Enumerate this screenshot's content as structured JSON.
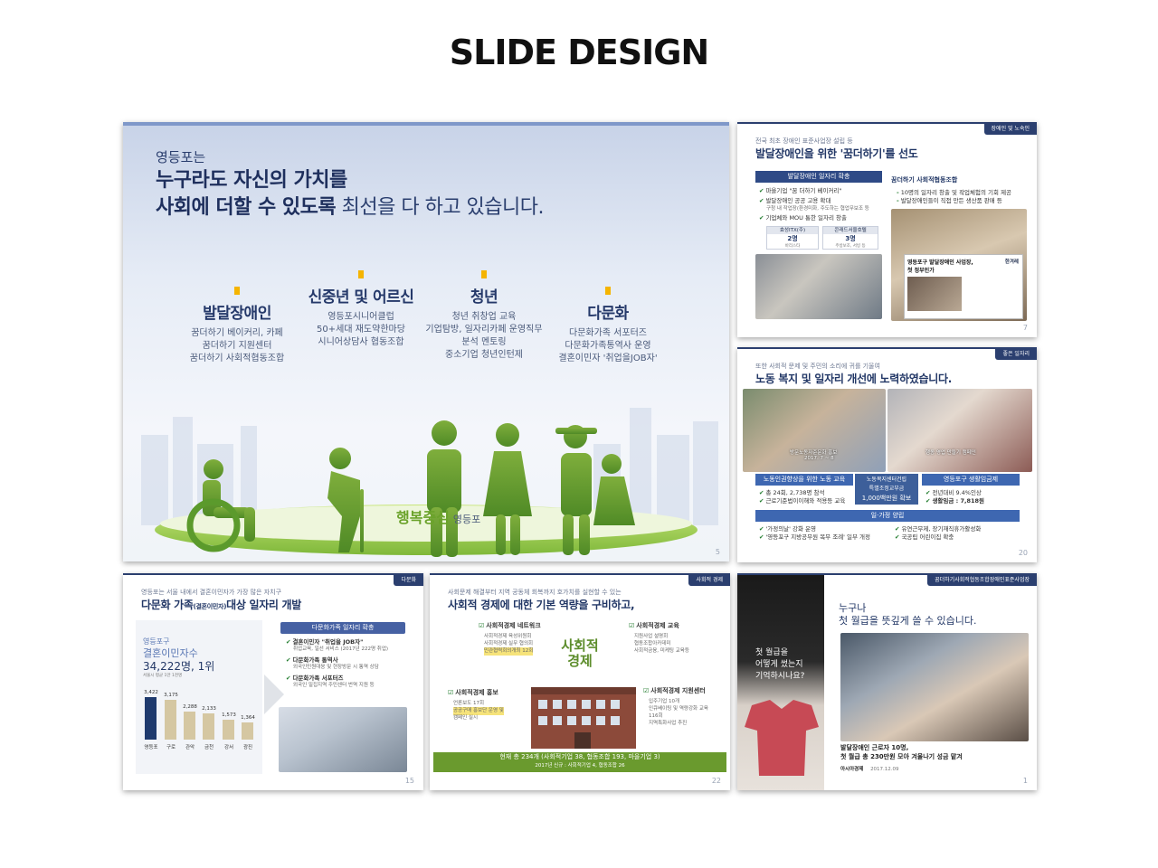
{
  "page_title": "SLIDE DESIGN",
  "main": {
    "kicker": "영등포는",
    "headline_line1": "누구라도 자신의 가치를",
    "headline_bold2": "사회에 더할 수 있도록",
    "headline_rest2": " 최선을 다 하고 있습니다.",
    "categories": [
      {
        "name": "발달장애인",
        "lines": [
          "꿈더하기 베이커리, 카페",
          "꿈더하기 지원센터",
          "꿈더하기 사회적협동조합"
        ]
      },
      {
        "name": "신중년 및 어르신",
        "lines": [
          "영등포시니어클럽",
          "50+세대 재도약한마당",
          "시니어상담사 협동조합"
        ]
      },
      {
        "name": "청년",
        "lines": [
          "청년 취창업 교육",
          "기업탐방, 일자리카페 운영직무",
          "분석 멘토링",
          "중소기업 청년인턴제"
        ]
      },
      {
        "name": "다문화",
        "lines": [
          "다문화가족 서포터즈",
          "다문화가족통역사 운영",
          "결혼이민자 '취업을JOB자'"
        ]
      }
    ],
    "logo_text": "행복중심",
    "logo_sub": "영등포",
    "page": "5"
  },
  "slide2": {
    "tag": "장애인 및 노숙인",
    "sub": "전국 최초 장애인 표준사업장 설립 등",
    "title": "발달장애인을 위한 '꿈더하기'를 선도",
    "left_header": "발달장애인 일자리 확충",
    "left_items": [
      "마을기업 \"꿈 더하기 베이커리\"",
      "발달장애인 공공 고용 확대",
      "기업체와 MOU 통한 일자리 창출"
    ],
    "left_note": "구청 내 작업장(환경미화, 주도하는 협업무보조 등",
    "box1": {
      "title": "효성ITX(주)",
      "value": "2명",
      "note": "바리스타"
    },
    "box2": {
      "title": "콘래드서울호텔",
      "value": "3명",
      "note": "주방보조, 서빙 등"
    },
    "right_header": "꿈더하기 사회적협동조합",
    "right_items": [
      "10명의 일자리 창출 및 작업체험의 기회 제공",
      "발달장애인들이 직접 만든 생산품 판매 등"
    ],
    "news_title_line1": "영등포구 발달장애인 사업장,",
    "news_title_line2": "첫 정부인가",
    "news_author": "한겨레",
    "page": "7"
  },
  "slide3": {
    "tag": "좋은 일자리",
    "sub": "또한 사회적 문제 및 주민의 소리에 귀를 기울여",
    "title": "노동 복지 및 일자리 개선에 노력하였습니다.",
    "caption_left": "방문노동자준문화 홍보",
    "caption_left_date": "2017. 7 ~ 8",
    "caption_right": "행동 영업 만들기 캠페인",
    "col1_header": "노동인권향상을 위한 노동 교육",
    "col1_items": [
      "총 24회, 2,738명 참석",
      "근로기준법이이해와 적용등 교육"
    ],
    "mid_line1": "노동복지센터건립",
    "mid_line2": "특별조정교부금",
    "mid_line3": "1,000백만원 확보",
    "col3_header": "영등포구 생활임금제",
    "col3_items": [
      "전년대비 9.4%인상",
      "생활임금 : 7,818원"
    ],
    "bottom_header": "일·가정 양립",
    "bottom_items": [
      "'가정의날' 강화 운영",
      "'영등포구 지방공무원 복무 조례' 일부 개정",
      "유연근무제, 장기재직휴가활성화",
      "국공립 어린이집 확충"
    ],
    "page": "20"
  },
  "slide4": {
    "tag": "다문화",
    "sub": "영등포는 서울 내에서 결혼이민자가 가장 많은 자치구",
    "title_bold": "다문화 가족",
    "title_small": "(결혼이민자)",
    "title_rest": "대상 일자리 개발",
    "stat_label1": "영등포구",
    "stat_label2": "결혼이민자수",
    "stat_value": "34,222명, 1위",
    "stat_note": "서울시 평균 1만 1천명",
    "chart_data": {
      "type": "bar",
      "categories": [
        "영등포",
        "구로",
        "관악",
        "금천",
        "강서",
        "광진"
      ],
      "values": [
        3422,
        3175,
        2288,
        2133,
        1573,
        1364
      ],
      "value_labels": [
        "3,422",
        "3,175",
        "2,288",
        "2,133",
        "1,573",
        "1,364"
      ],
      "colors": [
        "#1f3a6d",
        "#d5c7a2",
        "#d5c7a2",
        "#d5c7a2",
        "#d5c7a2",
        "#d5c7a2"
      ]
    },
    "right_header": "다문화가족 일자리 확충",
    "right_items": [
      {
        "title": "결혼이민자 \"취업을 JOB자\"",
        "note": "취업교육, 일선 서비스 (2017년 222명 취업)"
      },
      {
        "title": "다문화가족 통역사",
        "note": "외국인민원대응 및 현장방문 시 통역 상담"
      },
      {
        "title": "다문화가족 서포터즈",
        "note": "외국인 밀집지역 주민센터 번역 지원 등"
      }
    ],
    "page": "15"
  },
  "slide5": {
    "tag": "사회적 경제",
    "sub": "사회문제 해결부터 지역 공동체 회복까지 호가치를 실현할 수 있는",
    "title": "사회적 경제에 대한 기본 역량을 구비하고,",
    "center_word": "사회적 경제",
    "groups": [
      {
        "title": "사회적경제 네트워크",
        "items": [
          "사회적경제 육성위원회",
          "사회적경제 실무 협의회",
          "민관협력회의개최 12회"
        ]
      },
      {
        "title": "사회적경제 교육",
        "items": [
          "지원사업 설명회",
          "협동조합아카데미",
          "사회적금융, 미케팅 교육등"
        ]
      },
      {
        "title": "사회적경제 홍보",
        "items": [
          "언론보도 17회",
          "공공구매 홍보단 운영 및",
          "캠페인 실시"
        ]
      },
      {
        "title": "사회적경제 지원센터",
        "items": [
          "입주기업 10개",
          "인큐베이팅 및 역량강화 교육",
          "116회",
          "지역특화사업 추진"
        ]
      }
    ],
    "bottom_line1": "현재 총 234개 (사회적기업 38, 협동조합 193, 마을기업 3)",
    "bottom_line2": "2017년 신규 : 사회적기업 4, 협동조합 26",
    "page": "22"
  },
  "slide6": {
    "tag": "꿈더하기사회적협동조합장애인표준사업장",
    "left_line1": "첫 월급을",
    "left_line2": "어떻게 썼는지",
    "left_line3": "기억하시나요?",
    "right_line1": "누구나",
    "right_line2": "첫 월급을 뜻깊게 쓸 수 있습니다.",
    "caption_line1": "발달장애인 근로자 10명,",
    "caption_line2": "첫 월급 총 230만원 모아 겨울나기 성금 맡겨",
    "source": "아시아경제",
    "date": "2017.12.09",
    "page": "1"
  }
}
